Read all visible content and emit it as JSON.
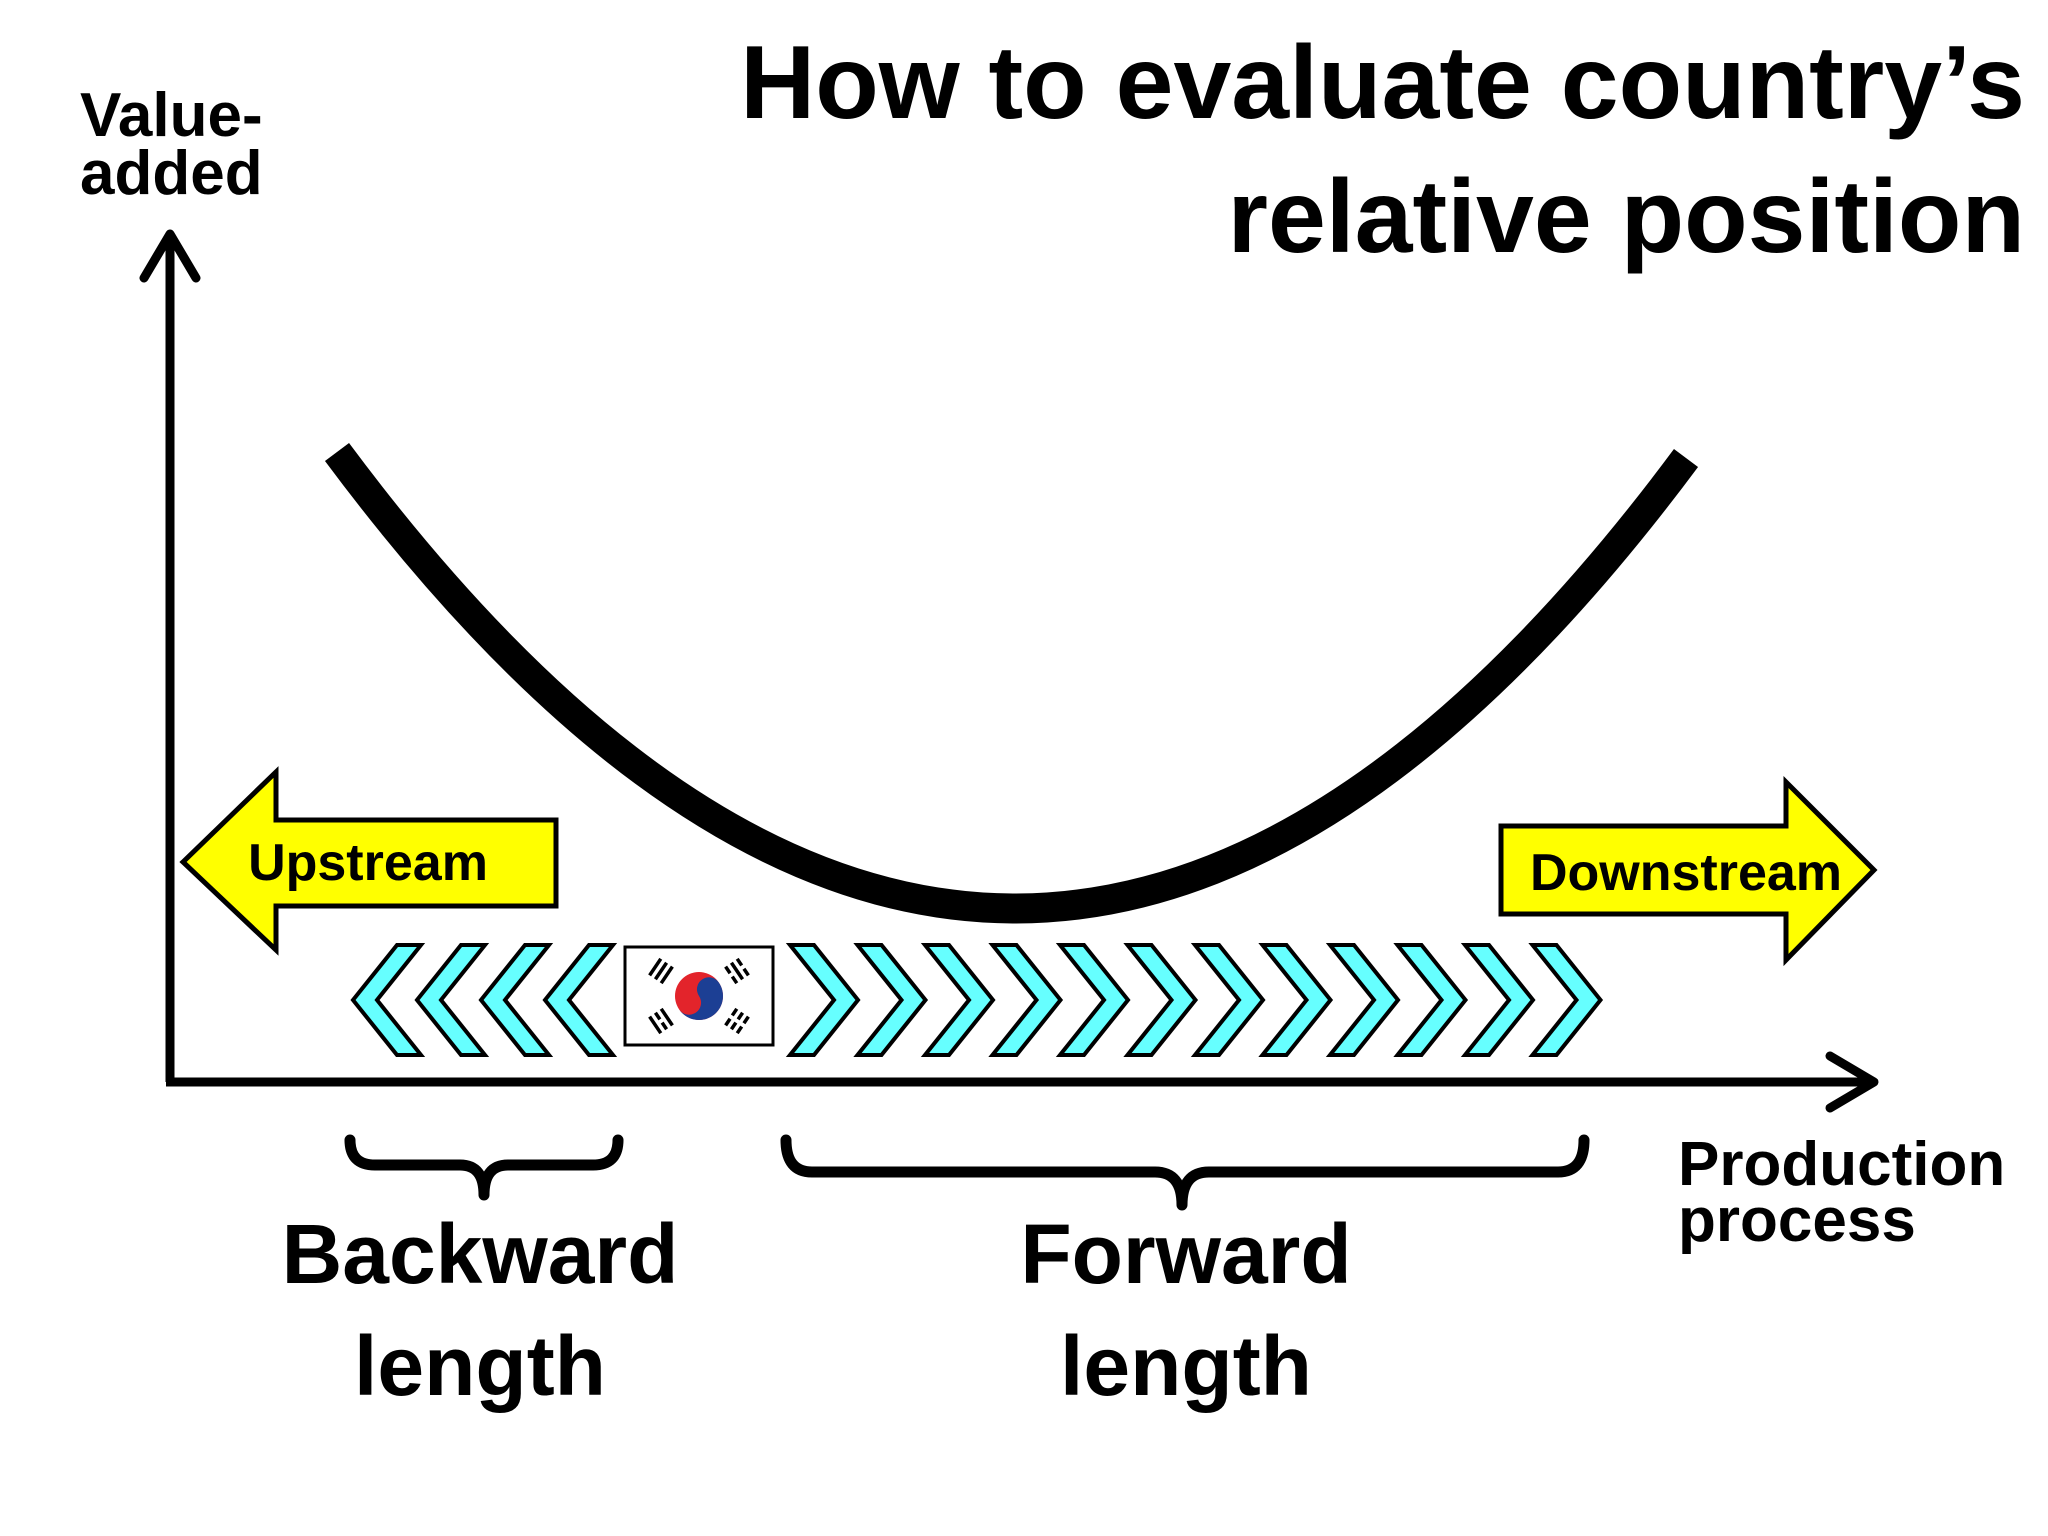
{
  "title": {
    "line1": "How to evaluate country’s",
    "line2": "relative position"
  },
  "y_axis": {
    "line1": "Value-",
    "line2": "added"
  },
  "x_axis": {
    "line1": "Production",
    "line2": "process"
  },
  "upstream_label": "Upstream",
  "downstream_label": "Downstream",
  "backward": {
    "line1": "Backward",
    "line2": "length",
    "chevron_count": 4
  },
  "forward": {
    "line1": "Forward",
    "line2": "length",
    "chevron_count": 12
  },
  "country_flag": "south-korea-flag",
  "colors": {
    "arrow_fill": "#ffff00",
    "chevron_fill": "#66ffff",
    "flag_red": "#e3242b",
    "flag_blue": "#1c3f94",
    "ink": "#000000"
  }
}
